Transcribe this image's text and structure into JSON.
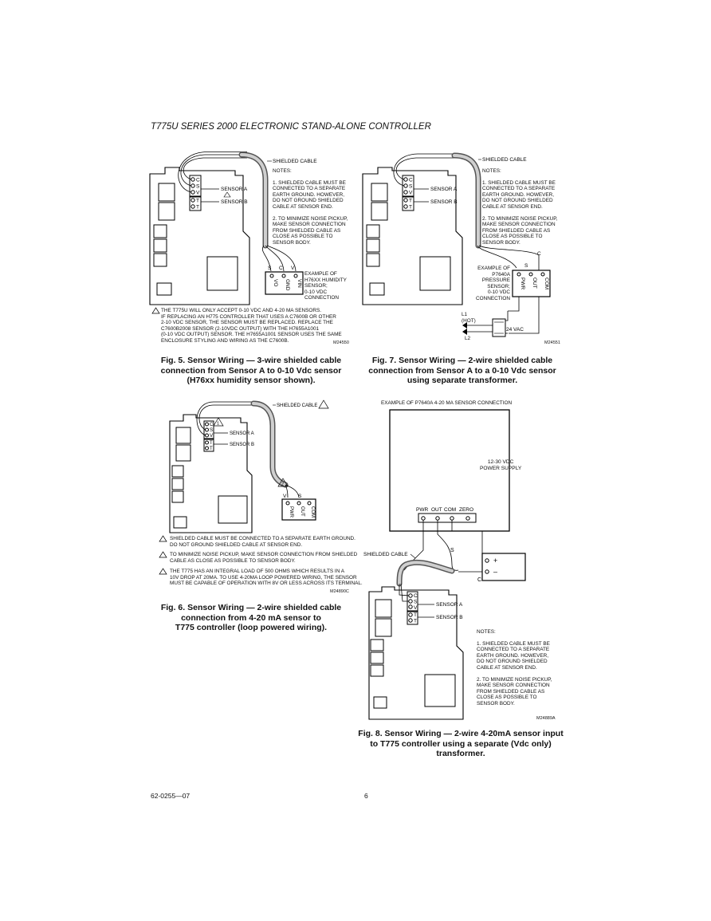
{
  "header": {
    "title": "T775U SERIES 2000 ELECTRONIC STAND-ALONE CONTROLLER"
  },
  "fig5": {
    "shielded_cable": "SHIELDED CABLE",
    "notes_title": "NOTES:",
    "note1": [
      "1. SHIELDED CABLE MUST BE",
      "CONNECTED TO A SEPARATE",
      "EARTH GROUND. HOWEVER,",
      "DO NOT GROUND SHIELDED",
      "CABLE AT SENSOR END."
    ],
    "note2": [
      "2. TO MINIMIZE NOISE PICKUP,",
      "MAKE SENSOR CONNECTION",
      "FROM SHIELDED CABLE AS",
      "CLOSE AS POSSIBLE TO",
      "SENSOR BODY."
    ],
    "sensor_a": "SENSOR A",
    "sensor_b": "SENSOR B",
    "terms": [
      "C",
      "S",
      "V",
      "T",
      "T"
    ],
    "wire_labels": [
      "S",
      "C",
      "V"
    ],
    "sensor_terms": [
      "VO",
      "GND",
      "VIN"
    ],
    "example": [
      "EXAMPLE OF",
      "H76XX HUMIDITY",
      "SENSOR;",
      "0-10 VDC",
      "CONNECTION"
    ],
    "warning": [
      "THE T775U WILL ONLY ACCEPT 0-10 VDC AND 4-20 MA SENSORS.",
      "IF REPLACING AN H775 CONTROLLER THAT USES A C7600B OR OTHER",
      "2-10 VDC SENSOR, THE SENSOR MUST BE REPLACED. REPLACE THE",
      "C7600B2008 SENSOR (2-10VDC OUTPUT) WITH THE H7655A1001",
      "(0-10 VDC OUTPUT) SENSOR. THE H7655A1001 SENSOR USES THE SAME",
      "ENCLOSURE STYLING AND WIRING AS THE C7600B."
    ],
    "code": "M24550",
    "caption": [
      "Fig. 5. Sensor Wiring — 3-wire shielded cable",
      "connection from Sensor A to 0-10 Vdc sensor",
      "(H76xx humidity sensor shown)."
    ]
  },
  "fig7": {
    "shielded_cable": "SHIELDED CABLE",
    "notes_title": "NOTES:",
    "note1": [
      "1. SHIELDED CABLE MUST BE",
      "CONNECTED TO A SEPARATE",
      "EARTH GROUND. HOWEVER,",
      "DO NOT GROUND SHIELDED",
      "CABLE AT SENSOR END."
    ],
    "note2": [
      "2. TO MINIMIZE NOISE PICKUP,",
      "MAKE SENSOR CONNECTION",
      "FROM SHIELDED CABLE AS",
      "CLOSE AS POSSIBLE TO",
      "SENSOR BODY."
    ],
    "sensor_a": "SENSOR A",
    "sensor_b": "SENSOR B",
    "terms": [
      "C",
      "S",
      "V",
      "T",
      "T"
    ],
    "wire_labels": [
      "C",
      "S"
    ],
    "sensor_terms": [
      "PWR",
      "OUT",
      "COM"
    ],
    "example": [
      "EXAMPLE OF",
      "P7640A",
      "PRESSURE",
      "SENSOR;",
      "0-10 VDC",
      "CONNECTION"
    ],
    "l1": [
      "L1",
      "(HOT)"
    ],
    "l2": "L2",
    "vac": "24 VAC",
    "code": "M24551",
    "caption": [
      "Fig. 7. Sensor Wiring — 2-wire shielded cable",
      "connection from Sensor A to a 0-10 Vdc sensor",
      "using separate transformer."
    ]
  },
  "fig6": {
    "shielded_cable": "SHIELDED CABLE",
    "sensor_a": "SENSOR A",
    "sensor_b": "SENSOR B",
    "terms": [
      "C",
      "S",
      "V",
      "T",
      "T"
    ],
    "wire_labels": [
      "V",
      "S"
    ],
    "sensor_terms": [
      "PWR",
      "OUT",
      "COM"
    ],
    "notes": [
      [
        "SHIELDED CABLE MUST BE CONNECTED TO A SEPARATE EARTH GROUND.",
        "DO NOT GROUND SHIELDED CABLE AT SENSOR END."
      ],
      [
        "TO MINIMIZE NOISE PICKUP, MAKE SENSOR CONNECTION FROM SHIELDED",
        "CABLE AS CLOSE AS POSSIBLE TO SENSOR BODY."
      ],
      [
        "THE T775 HAS AN INTEGRAL LOAD OF 500 OHMS WHICH RESULTS IN A",
        "10V DROP AT 20MA. TO USE 4-20MA LOOP POWERED WIRING, THE SENSOR",
        "MUST BE CAPABLE OF OPERATION WITH 8V OR LESS ACROSS ITS TERMINAL."
      ]
    ],
    "note_nums": [
      "1",
      "2",
      "3"
    ],
    "code": "M24890C",
    "caption": [
      "Fig. 6. Sensor Wiring — 2-wire shielded cable",
      "connection from 4-20 mA sensor to",
      "T775 controller (loop powered wiring)."
    ]
  },
  "fig8": {
    "title": "EXAMPLE OF P7640A 4-20 MA SENSOR CONNECTION",
    "terms": [
      "PWR",
      "OUT",
      "COM",
      "ZERO"
    ],
    "supply": [
      "12-30 VDC",
      "POWER SUPPLY"
    ],
    "plus": "+",
    "minus": "–",
    "s_label": "S",
    "c_label": "C",
    "shielded_cable": "SHIELDED CABLE",
    "sensor_a": "SENSOR A",
    "sensor_b": "SENSOR B",
    "board_terms": [
      "C",
      "S",
      "V",
      "T",
      "T"
    ],
    "notes_title": "NOTES:",
    "note1": [
      "1. SHIELDED CABLE MUST BE",
      "CONNECTED TO A SEPARATE",
      "EARTH GROUND. HOWEVER,",
      "DO NOT GROUND SHIELDED",
      "CABLE AT SENSOR END."
    ],
    "note2": [
      "2. TO MINIMIZE NOISE PICKUP,",
      "MAKE SENSOR CONNECTION",
      "FROM SHIELDED CABLE AS",
      "CLOSE AS POSSIBLE TO",
      "SENSOR BODY."
    ],
    "code": "M24889A",
    "caption": [
      "Fig. 8. Sensor Wiring — 2-wire 4-20mA sensor input",
      "to T775 controller using a separate (Vdc only)",
      "transformer."
    ]
  },
  "footer": {
    "doc_number": "62-0255—07",
    "page": "6"
  }
}
